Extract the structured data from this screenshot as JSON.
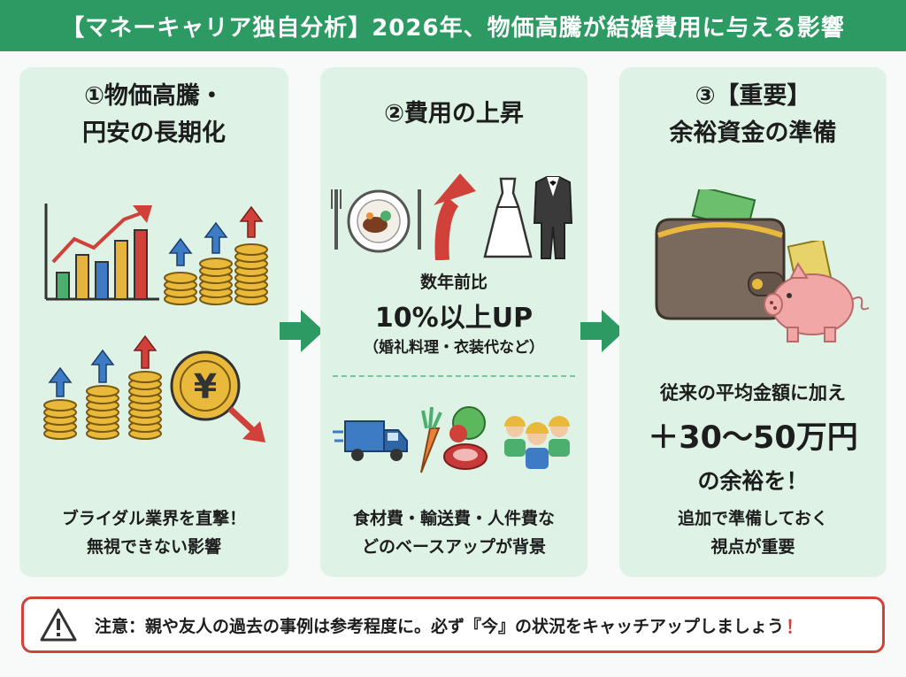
{
  "title": "【マネーキャリア独自分析】2026年、物価高騰が結婚費用に与える影響",
  "cards": [
    {
      "heading_line1": "①物価高騰・",
      "heading_line2": "円安の長期化",
      "caption_line1": "ブライダル業界を直撃！",
      "caption_line2": "無視できない影響",
      "icons": [
        "rising-bar-chart-icon",
        "coin-stacks-up-icon",
        "coin-stacks-up-icon",
        "yen-down-icon"
      ]
    },
    {
      "heading": "②費用の上昇",
      "stat_line1": "数年前比",
      "stat_line2": "10%以上UP",
      "stat_line3": "（婚礼料理・衣装代など）",
      "caption_line1": "食材費・輸送費・人件費な",
      "caption_line2": "どのベースアップが背景",
      "icons": [
        "food-plate-icon",
        "up-arrow-icon",
        "wedding-dress-icon",
        "tuxedo-icon",
        "truck-icon",
        "vegetables-icon",
        "workers-icon"
      ]
    },
    {
      "heading_line1": "③【重要】",
      "heading_line2": "余裕資金の準備",
      "line1": "従来の平均金額に加え",
      "line2": "＋30〜50万円",
      "line3": "の余裕を！",
      "caption_line1": "追加で準備しておく",
      "caption_line2": "視点が重要",
      "icons": [
        "wallet-icon",
        "piggy-bank-icon"
      ]
    }
  ],
  "notice": {
    "text": "注意：親や友人の過去の事例は参考程度に。必ず『今』の状況をキャッチアップしましょう",
    "mark": "！",
    "icon": "warning-icon"
  },
  "colors": {
    "title_bg": "#2e9a63",
    "card_bg": "#def3e6",
    "arrow": "#2e9a63",
    "warning": "#d0413a"
  }
}
